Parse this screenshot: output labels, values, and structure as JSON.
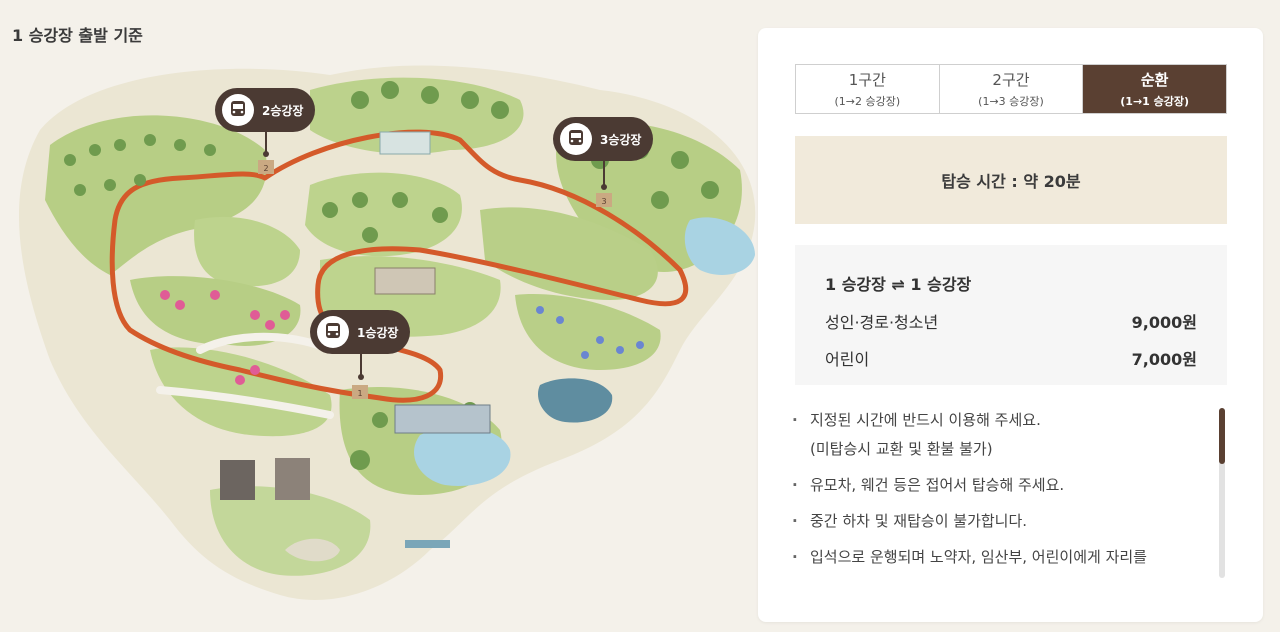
{
  "heading": "1 승강장 출발 기준",
  "map": {
    "stations": [
      {
        "label": "2승강장",
        "number": "2"
      },
      {
        "label": "3승강장",
        "number": "3"
      },
      {
        "label": "1승강장",
        "number": "1"
      }
    ],
    "colors": {
      "route": "#d45a2a",
      "pin": "#4b3a33",
      "land": "#e9e4d2",
      "grass": "#b8cf86",
      "water": "#a9d3e3"
    }
  },
  "tabs": [
    {
      "title": "1구간",
      "sub": "(1→2 승강장)",
      "active": false
    },
    {
      "title": "2구간",
      "sub": "(1→3 승강장)",
      "active": false
    },
    {
      "title": "순환",
      "sub": "(1→1 승강장)",
      "active": true
    }
  ],
  "ride_time": "탑승 시간 : 약 20분",
  "fare": {
    "route": "1 승강장 ⇌ 1 승강장",
    "rows": [
      {
        "label": "성인·경로·청소년",
        "amount": "9,000원"
      },
      {
        "label": "어린이",
        "amount": "7,000원"
      }
    ]
  },
  "notes": [
    {
      "line1": "지정된 시간에 반드시 이용해 주세요.",
      "line2": "(미탑승시 교환 및 환불 불가)"
    },
    {
      "line1": "유모차, 웨건 등은 접어서 탑승해 주세요."
    },
    {
      "line1": "중간 하차 및 재탑승이 불가합니다."
    },
    {
      "line1": "입석으로 운행되며 노약자, 임산부, 어린이에게 자리를"
    }
  ],
  "accent_color": "#5a4032"
}
